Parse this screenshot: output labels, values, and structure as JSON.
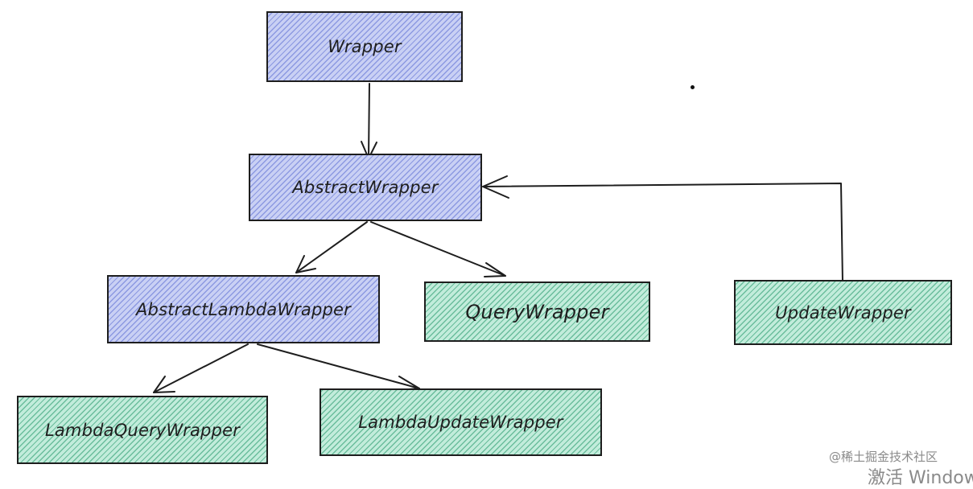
{
  "nodes": {
    "wrapper": {
      "label": "Wrapper",
      "color": "#c9d0f4"
    },
    "abstract_wrapper": {
      "label": "AbstractWrapper",
      "color": "#c9d0f4"
    },
    "abstract_lambda_wrapper": {
      "label": "AbstractLambdaWrapper",
      "color": "#c9d0f4"
    },
    "query_wrapper": {
      "label": "QueryWrapper",
      "color": "#c2ecdb"
    },
    "update_wrapper": {
      "label": "UpdateWrapper",
      "color": "#c2ecdb"
    },
    "lambda_query_wrapper": {
      "label": "LambdaQueryWrapper",
      "color": "#c2ecdb"
    },
    "lambda_update_wrapper": {
      "label": "LambdaUpdateWrapper",
      "color": "#c2ecdb"
    }
  },
  "edges": [
    {
      "from": "wrapper",
      "to": "abstract_wrapper"
    },
    {
      "from": "abstract_wrapper",
      "to": "abstract_lambda_wrapper"
    },
    {
      "from": "abstract_wrapper",
      "to": "query_wrapper"
    },
    {
      "from": "update_wrapper",
      "to": "abstract_wrapper"
    },
    {
      "from": "abstract_lambda_wrapper",
      "to": "lambda_query_wrapper"
    },
    {
      "from": "abstract_lambda_wrapper",
      "to": "lambda_update_wrapper"
    }
  ],
  "watermark": {
    "site": "@稀土掘金技术社区",
    "activate": "激活 Windows"
  }
}
